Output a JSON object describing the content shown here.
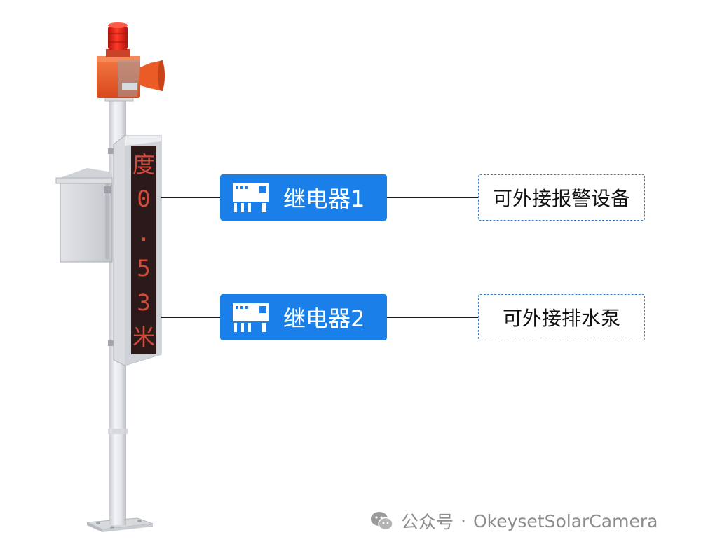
{
  "display": {
    "characters": [
      "度",
      "0",
      ".",
      "5",
      "3",
      "米"
    ]
  },
  "relays": [
    {
      "label": "继电器1",
      "description": "可外接报警设备"
    },
    {
      "label": "继电器2",
      "description": "可外接排水泵"
    }
  ],
  "watermark": {
    "platform": "公众号",
    "separator": "·",
    "account": "OkeysetSolarCamera"
  },
  "colors": {
    "relay_blue": "#1a7fe8",
    "alarm_orange": "#ee5a2a",
    "beacon_red": "#e42a1a",
    "led_red": "#d44a3a",
    "pole_gray": "#e6e8ec"
  }
}
